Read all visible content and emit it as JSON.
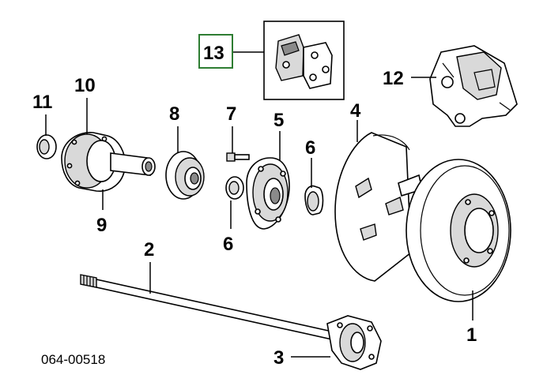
{
  "diagram": {
    "drawing_code": "064-00518",
    "highlight_color": "#2e7d32",
    "callouts": {
      "c1": "1",
      "c2": "2",
      "c3": "3",
      "c4": "4",
      "c5": "5",
      "c6a": "6",
      "c6b": "6",
      "c7": "7",
      "c8": "8",
      "c9": "9",
      "c10": "10",
      "c11": "11",
      "c12": "12",
      "c13": "13"
    }
  }
}
